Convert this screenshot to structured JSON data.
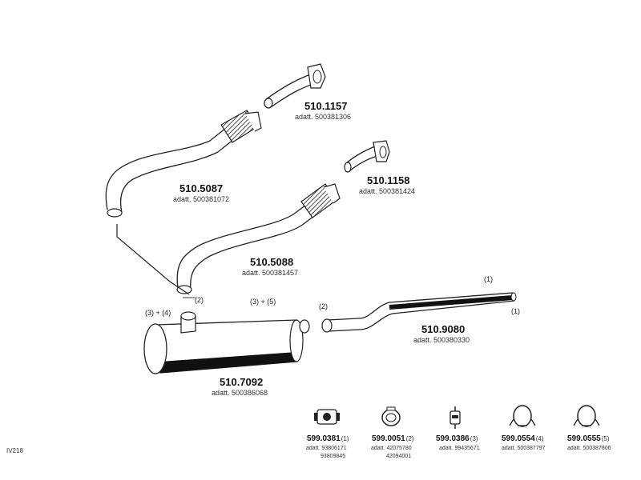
{
  "parts": [
    {
      "number": "510.1157",
      "ref": "adatt. 500381306"
    },
    {
      "number": "510.5087",
      "ref": "adatt. 500381072"
    },
    {
      "number": "510.1158",
      "ref": "adatt. 500381424"
    },
    {
      "number": "510.5088",
      "ref": "adatt. 500381457"
    },
    {
      "number": "510.9080",
      "ref": "adatt. 500380330"
    },
    {
      "number": "510.7092",
      "ref": "adatt. 500386068"
    }
  ],
  "notes": {
    "n2_muffler": "(2)",
    "n3_4": "(3) + (4)",
    "n3_5": "(3) + (5)",
    "n2_tail": "(2)",
    "n1_top": "(1)",
    "n1_bottom": "(1)"
  },
  "accessories": [
    {
      "number": "599.0381",
      "note": "(1)",
      "ref1": "adatt. 93806171",
      "ref2": "93809845"
    },
    {
      "number": "599.0051",
      "note": "(2)",
      "ref1": "adatt. 42075780",
      "ref2": "42094001"
    },
    {
      "number": "599.0386",
      "note": "(3)",
      "ref1": "adatt. 99435671",
      "ref2": ""
    },
    {
      "number": "599.0554",
      "note": "(4)",
      "ref1": "adatt. 500387797",
      "ref2": ""
    },
    {
      "number": "599.0555",
      "note": "(5)",
      "ref1": "adatt. 500387806",
      "ref2": ""
    }
  ],
  "diagram_code": "IV218"
}
